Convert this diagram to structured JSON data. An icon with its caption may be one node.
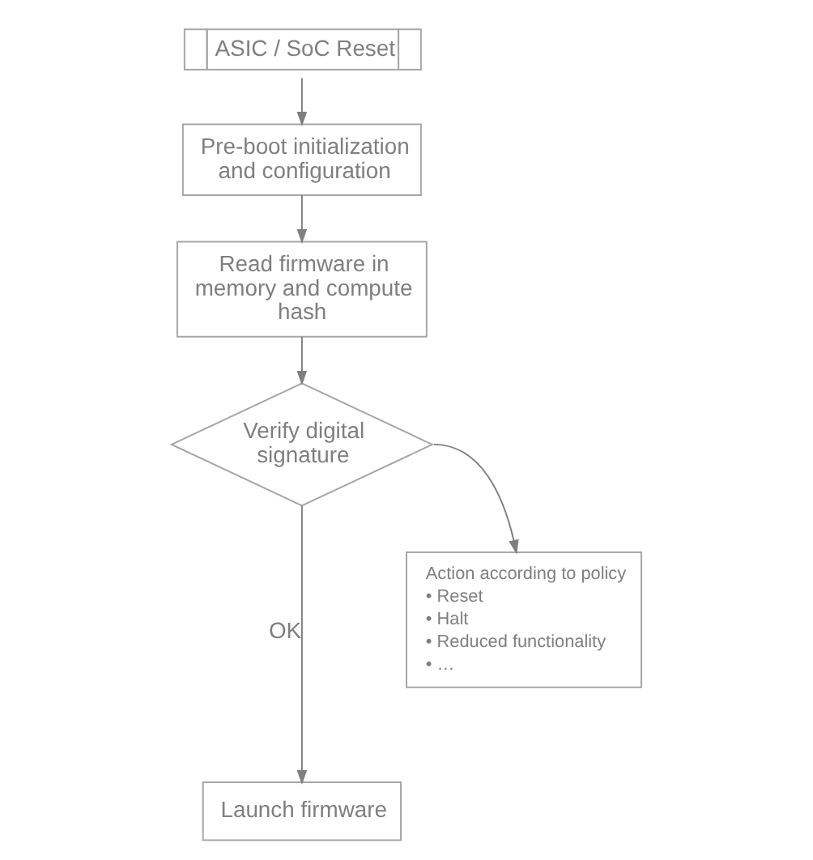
{
  "diagram": {
    "nodes": [
      {
        "text": [
          "ASIC / SoC Reset"
        ]
      },
      {
        "text": [
          "Pre-boot initialization and configuration"
        ]
      },
      {
        "text": [
          "Read firmware in memory and compute hash"
        ]
      },
      {
        "text": [
          "Verify digital signature"
        ]
      },
      {
        "text": [
          "Action according to policy",
          "• Reset",
          "• Halt",
          "• Reduced functionality",
          "• …"
        ]
      },
      {
        "text": [
          "Launch firmware"
        ]
      }
    ],
    "edges": [
      {
        "from": 0,
        "to": 1,
        "arrow": "to"
      },
      {
        "from": 1,
        "to": 2,
        "arrow": "to"
      },
      {
        "from": 2,
        "to": 3,
        "arrow": "to"
      },
      {
        "from": 3,
        "to": 4,
        "arrow": "to"
      },
      {
        "from": 3,
        "to": 5,
        "arrow": "to",
        "label": "OK"
      }
    ]
  }
}
